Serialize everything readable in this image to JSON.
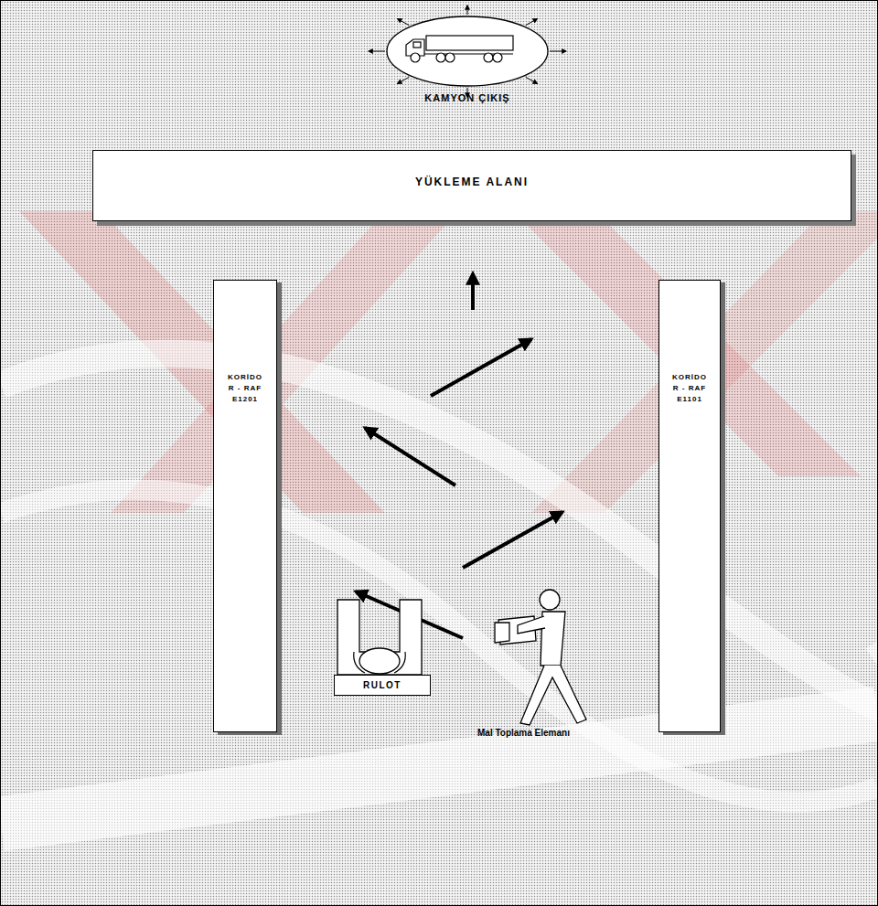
{
  "diagram": {
    "nodes": [
      {
        "text": [
          "KAMYON ÇIKIŞ"
        ]
      },
      {
        "text": [
          "YÜKLEME ALANI"
        ]
      },
      {
        "text": [
          "KORİDO R - RAF E1201"
        ]
      },
      {
        "text": [
          "KORİDO R - RAF E1101"
        ]
      },
      {
        "text": [
          "RULOT"
        ]
      }
    ],
    "labels": [
      "Mal Toplama Elemanı"
    ]
  }
}
